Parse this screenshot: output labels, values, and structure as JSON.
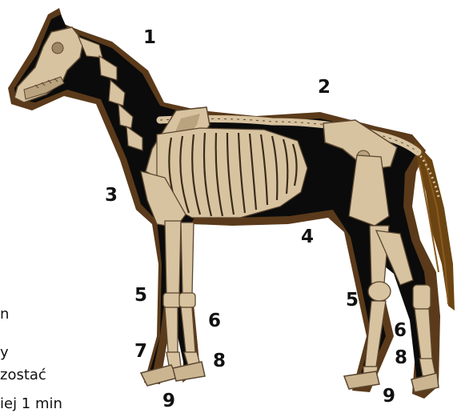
{
  "diagram": {
    "subject": "horse skeleton",
    "colors": {
      "outline": "#5a3a1a",
      "body": "#0b0b0b",
      "bone": "#d8c3a0",
      "bone_shade": "#b9a27e",
      "hoof": "#cbb591",
      "tail": "#6b4412"
    },
    "labels": {
      "withers": "1",
      "back": "2",
      "shoulder": "3",
      "belly": "4",
      "knee_front": "5",
      "hock_back": "5",
      "fetlock_front": "6",
      "fetlock_back": "6",
      "pastern_left": "7",
      "pastern_front": "8",
      "pastern_back": "8",
      "hoof_front": "9",
      "hoof_back": "9"
    }
  },
  "side_text": {
    "line1": "n",
    "line2": "y",
    "line3": "zostać",
    "line4": "iej 1 min"
  }
}
